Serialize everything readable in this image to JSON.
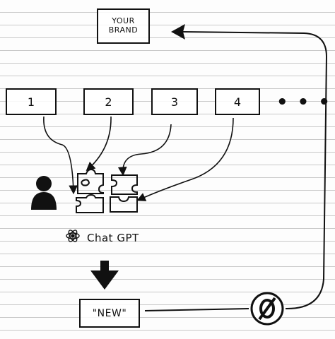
{
  "brand": {
    "label": "YOUR BRAND"
  },
  "steps": [
    "1",
    "2",
    "3",
    "4"
  ],
  "more_indicator": "• • •",
  "ai": {
    "label": "Chat GPT",
    "icon": "openai-logo-icon"
  },
  "output": {
    "label": "\"NEW\""
  },
  "icons": {
    "person": "person-icon",
    "puzzle": "puzzle-pieces-icon",
    "down_arrow": "down-arrow-icon",
    "blocked": "prohibited-sign-icon"
  }
}
